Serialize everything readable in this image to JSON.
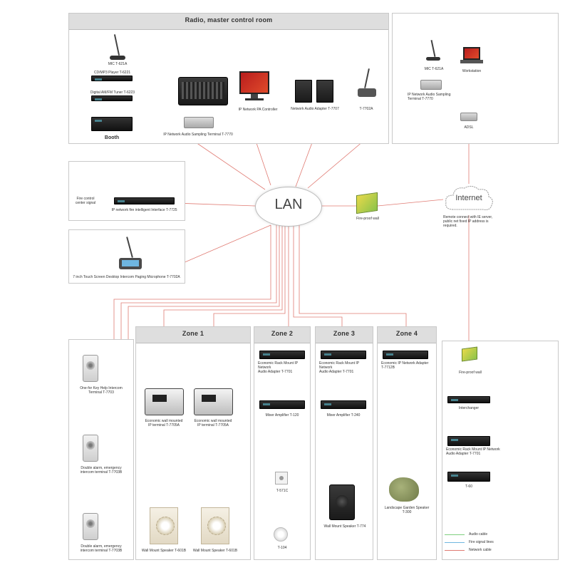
{
  "colors": {
    "audio": "#7ed07e",
    "fire": "#6fb6e0",
    "network": "#e07b73",
    "panel_border": "#c9c9c9",
    "header": "#dedede"
  },
  "panels": {
    "control_room": {
      "title": "Radio, master control room"
    },
    "zone1": {
      "title": "Zone 1"
    },
    "zone2": {
      "title": "Zone 2"
    },
    "zone3": {
      "title": "Zone 3"
    },
    "zone4": {
      "title": "Zone 4"
    }
  },
  "center": {
    "lan": "LAN",
    "internet": "Internet",
    "internet_note": "Remote connect with IE server,\npublic net fixed IP address is\nrequired."
  },
  "control_room": {
    "mic": "MIC T-621A",
    "cd_player": "CD/MP3 Player T-6221",
    "tuner": "Digital AM/FM Tuner T-6223",
    "booth_device": "Booth",
    "sampling": "IP Network Audio Sampling Terminal T-7770",
    "pa_controller": "IP Network PA Controller",
    "audio_adapter": "Network Audio Adapter T-7707",
    "paging_mic": "T-7702A"
  },
  "remote_site": {
    "mic": "MIC T-621A",
    "workstation": "Workstation",
    "sampling": "IP Network Audio Sampling\nTerminal T-7770",
    "adsl": "ADSL"
  },
  "fire": {
    "signal": "Fire control\ncenter signal",
    "interface": "IP network fire intelligent Interface T-7725",
    "wall_center": "Fire-proof wall",
    "wall_right": "Fire-proof wall"
  },
  "paging": {
    "label": "7 inch Touch Screen Desktop Intercom Paging Microphone T-7702A"
  },
  "intercom": {
    "t1": "One-for Key Help Intercom\nTerminal T-7703",
    "t2": "Double alarm, emergency\nintercom terminal T-7703B",
    "t3": "Double alarm, emergency\nintercom terminal T-7703B"
  },
  "zone1": {
    "terminal_a": "Economic wall mounted\nIP terminal T-7705A",
    "terminal_b": "Economic wall mounted\nIP terminal T-7705A",
    "speaker_a": "Wall Mount Speaker T-601B",
    "speaker_b": "Wall Mount Speaker T-601B"
  },
  "zone2": {
    "adapter": "Economic Rack Mount IP Network\nAudio Adapter T-7701",
    "amp": "Mixer Amplifier T-120",
    "volume": "T-571C",
    "ceiling": "T-104"
  },
  "zone3": {
    "adapter": "Economic Rack Mount IP Network\nAudio Adapter T-7701",
    "amp": "Mixer Amplifier T-240",
    "speaker": "Wall Mount Speaker T-774"
  },
  "zone4": {
    "adapter": "Economic IP Network Adapter\nT-7712B",
    "speaker": "Landscape Garden Speaker\nT-300"
  },
  "right_column": {
    "interchanger": "Interchanger",
    "adapter": "Economic Rack Mount IP Network\nAudio Adapter T-7701",
    "amp": "T-60"
  },
  "legend": {
    "audio": "Audio cable",
    "fire": "Fire signal lines",
    "network": "Network cable"
  }
}
